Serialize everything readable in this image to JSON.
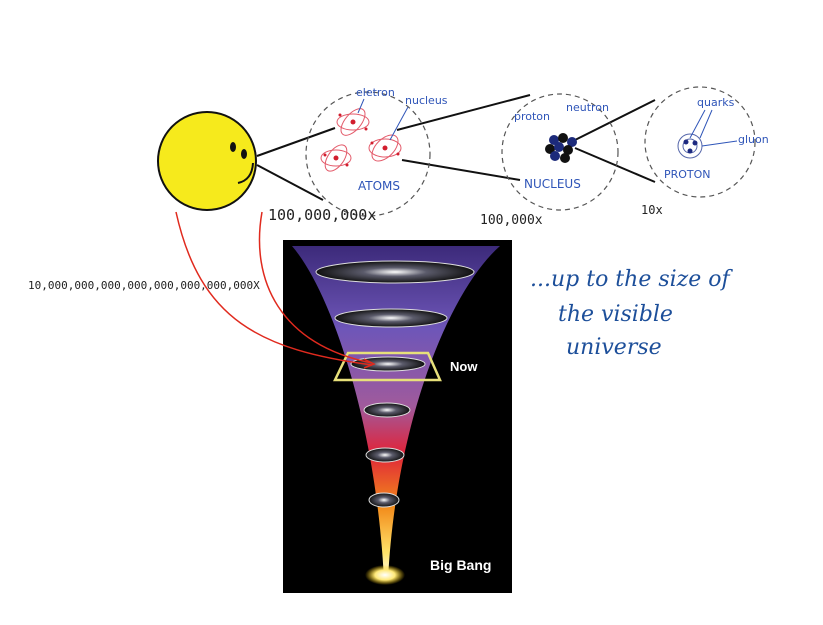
{
  "scale": {
    "multiplier_100m": "100,000,000x",
    "multiplier_100k": "100,000x",
    "multiplier_10": "10x",
    "multiplier_universe": "10,000,000,000,000,000,000,000,000X"
  },
  "atoms": {
    "caption": "ATOMS",
    "electron_label": "eletron",
    "nucleus_label": "nucleus"
  },
  "nucleus": {
    "caption": "NUCLEUS",
    "proton_label": "proton",
    "neutron_label": "neutron"
  },
  "proton": {
    "caption": "PROTON",
    "quarks_label": "quarks",
    "gluon_label": "gluon"
  },
  "universe": {
    "note_line1": "...up to the size of",
    "note_line2": "the visible",
    "note_line3": "universe",
    "now_label": "Now",
    "big_bang_label": "Big Bang"
  },
  "colors": {
    "smiley_fill": "#f6ea1c",
    "arrow_red": "#e02a1e",
    "annotation_blue": "#1d4f9a",
    "now_box": "#e7e07a"
  }
}
